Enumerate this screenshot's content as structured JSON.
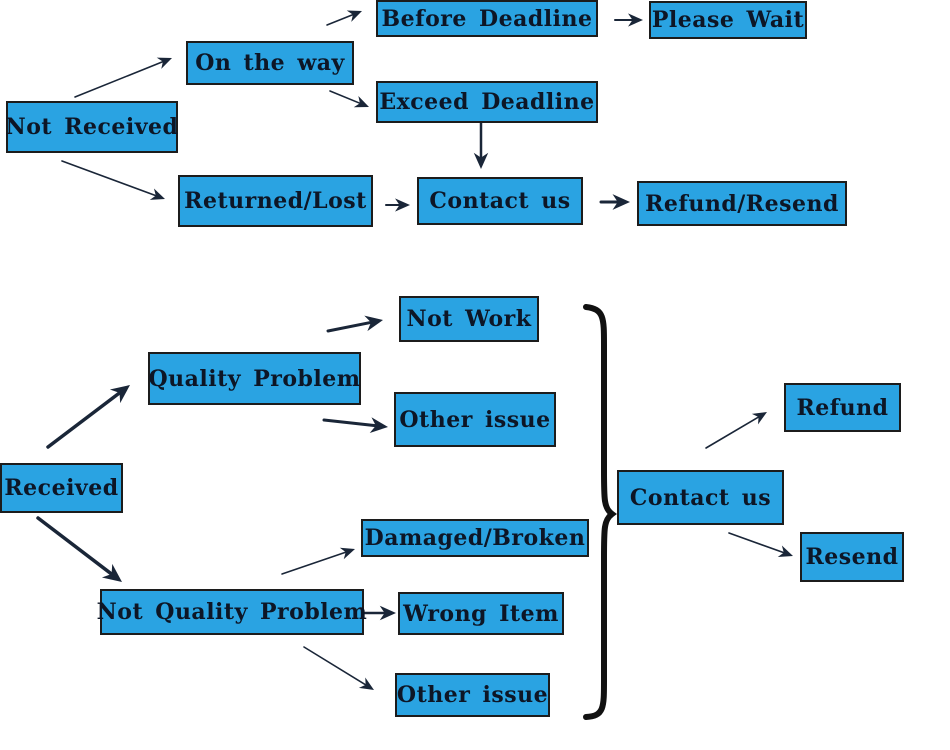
{
  "colors": {
    "box_fill": "#2aa3e2",
    "box_border": "#1c1c1c",
    "arrow": "#1a2638",
    "text": "#0d1626"
  },
  "top_flow": {
    "not_received": "Not Received",
    "on_the_way": "On the way",
    "before_deadline": "Before Deadline",
    "please_wait": "Please Wait",
    "exceed_deadline": "Exceed Deadline",
    "returned_lost": "Returned/Lost",
    "contact_us": "Contact us",
    "refund_resend": "Refund/Resend"
  },
  "bottom_flow": {
    "received": "Received",
    "quality_problem": "Quality Problem",
    "not_work": "Not Work",
    "other_issue_quality": "Other issue",
    "not_quality_problem": "Not Quality Problem",
    "damaged_broken": "Damaged/Broken",
    "wrong_item": "Wrong Item",
    "other_issue_not_quality": "Other issue",
    "contact_us": "Contact us",
    "refund": "Refund",
    "resend": "Resend"
  }
}
